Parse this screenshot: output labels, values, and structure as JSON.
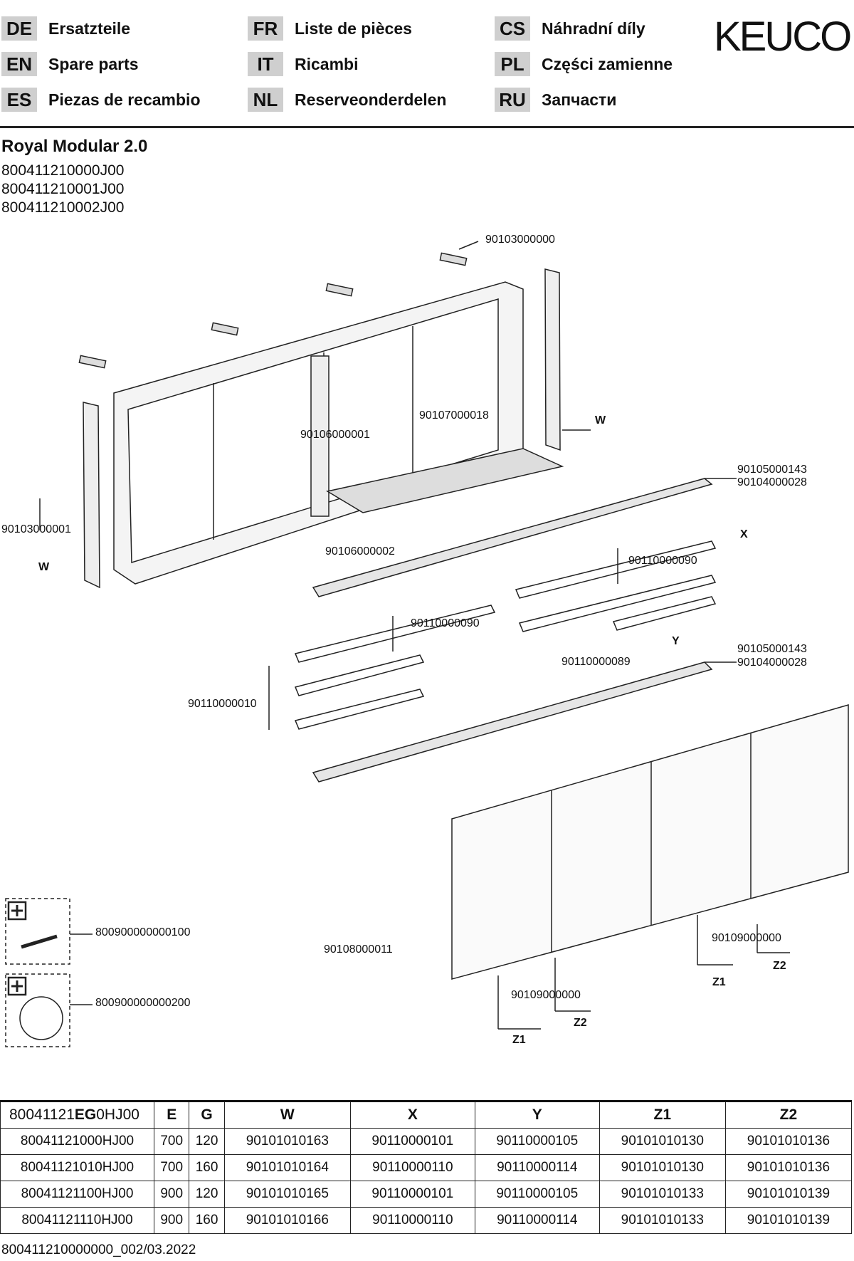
{
  "languages": [
    {
      "code": "DE",
      "name": "Ersatzteile"
    },
    {
      "code": "EN",
      "name": "Spare parts"
    },
    {
      "code": "ES",
      "name": "Piezas de recambio"
    },
    {
      "code": "FR",
      "name": "Liste de pièces"
    },
    {
      "code": "IT",
      "name": "Ricambi"
    },
    {
      "code": "NL",
      "name": "Reserveonderdelen"
    },
    {
      "code": "CS",
      "name": "Náhradní díly"
    },
    {
      "code": "PL",
      "name": "Części zamienne"
    },
    {
      "code": "RU",
      "name": "Запчасти"
    }
  ],
  "brand": "KEUCO",
  "product": {
    "title": "Royal Modular 2.0",
    "numbers": [
      "800411210000J00",
      "800411210001J00",
      "800411210002J00"
    ]
  },
  "diagram_labels": {
    "p1": "90103000000",
    "p2": "90107000018",
    "p3": "90106000001",
    "p4": "90105000143",
    "p5": "90104000028",
    "p6": "90103000001",
    "p7": "90106000002",
    "p8": "90110000090",
    "p9": "90110000090",
    "p10": "90110000089",
    "p11": "90105000143",
    "p12": "90104000028",
    "p13": "90110000010",
    "p14": "800900000000100",
    "p15": "800900000000200",
    "p16": "90108000011",
    "p17": "90109000000",
    "p18": "90109000000",
    "W": "W",
    "X": "X",
    "Y": "Y",
    "Z1": "Z1",
    "Z2": "Z2"
  },
  "table": {
    "header_prefix": "80041121",
    "header_bold": "EG",
    "header_mid": "0",
    "header_suffix": "HJ00",
    "columns": [
      "E",
      "G",
      "W",
      "X",
      "Y",
      "Z1",
      "Z2"
    ],
    "rows": [
      [
        "80041121000HJ00",
        "700",
        "120",
        "90101010163",
        "90110000101",
        "90110000105",
        "90101010130",
        "90101010136"
      ],
      [
        "80041121010HJ00",
        "700",
        "160",
        "90101010164",
        "90110000110",
        "90110000114",
        "90101010130",
        "90101010136"
      ],
      [
        "80041121100HJ00",
        "900",
        "120",
        "90101010165",
        "90110000101",
        "90110000105",
        "90101010133",
        "90101010139"
      ],
      [
        "80041121110HJ00",
        "900",
        "160",
        "90101010166",
        "90110000110",
        "90110000114",
        "90101010133",
        "90101010139"
      ]
    ]
  },
  "footer": "800411210000000_002/03.2022"
}
